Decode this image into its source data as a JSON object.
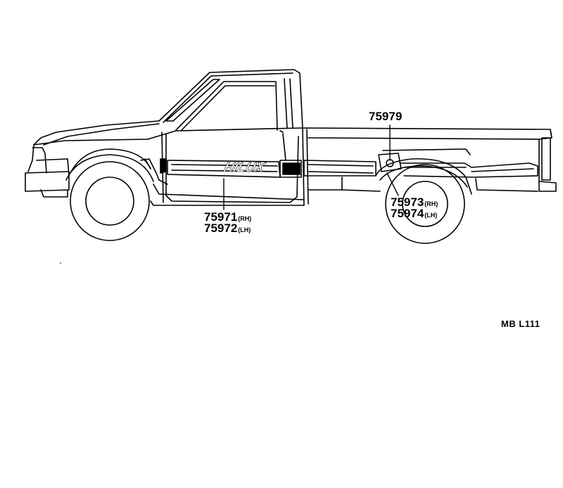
{
  "diagram": {
    "decal_text": "HILUX",
    "parts": {
      "p75979": {
        "number": "75979"
      },
      "p75971": {
        "number": "75971",
        "side": "(RH)"
      },
      "p75972": {
        "number": "75972",
        "side": "(LH)"
      },
      "p75973": {
        "number": "75973",
        "side": "(RH)"
      },
      "p75974": {
        "number": "75974",
        "side": "(LH)"
      }
    },
    "diagram_code": "MB L111"
  }
}
